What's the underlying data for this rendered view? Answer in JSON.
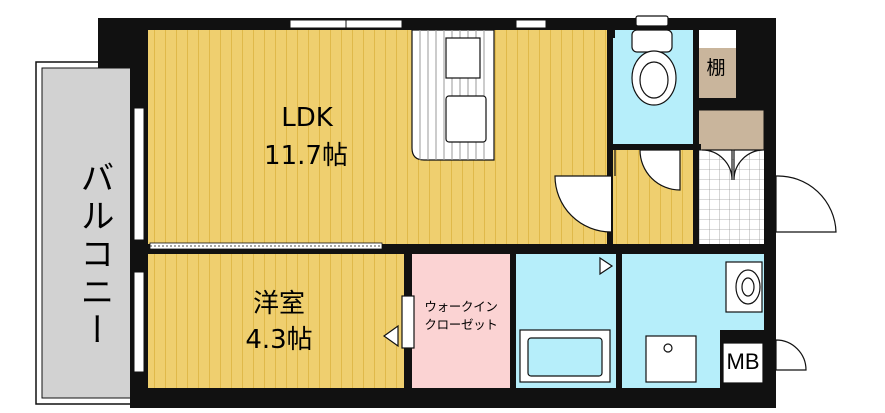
{
  "rooms": {
    "ldk": {
      "name": "LDK",
      "area": "11.7帖"
    },
    "western": {
      "name": "洋室",
      "area": "4.3帖"
    },
    "walk_in_closet": {
      "line1": "ウォークイン",
      "line2": "クローゼット"
    },
    "shelf": "棚",
    "balcony": "バルコニー",
    "meter_box": "MB"
  },
  "colors": {
    "wall": "#111111",
    "floor_wood": "#efcf6f",
    "floor_wood_line": "#e3bd4e",
    "wet_area": "#b6eefa",
    "closet": "#fbd3d3",
    "balcony": "#d2d2d2",
    "shelf": "#c9b59c",
    "outline": "#111111"
  }
}
